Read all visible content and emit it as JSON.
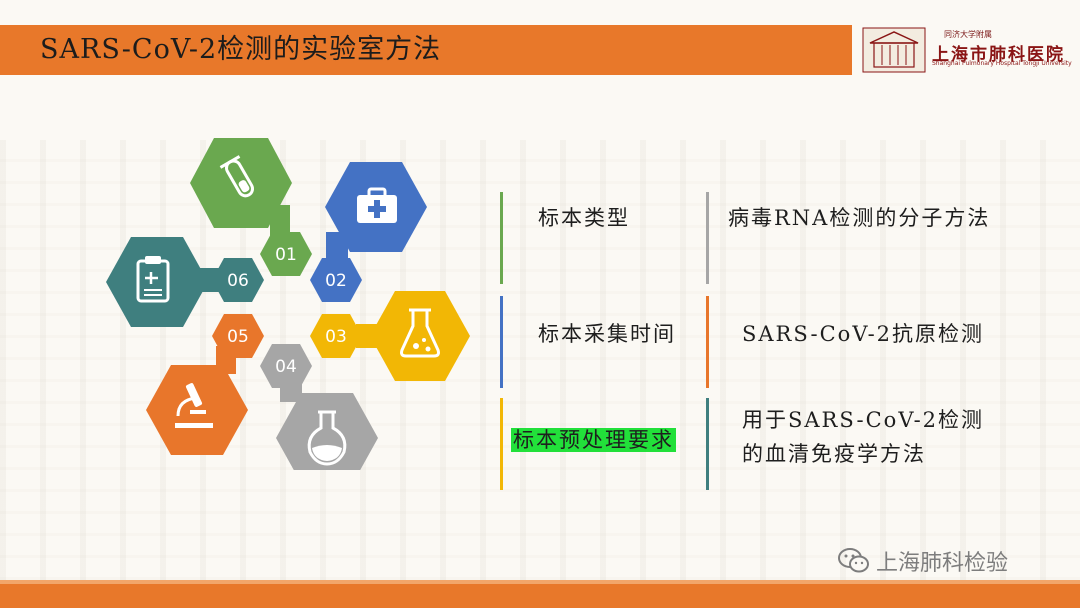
{
  "header": {
    "title": "SARS-CoV-2检测的实验室方法"
  },
  "logo": {
    "top_text": "同济大学附属",
    "main_text": "上海市肺科医院",
    "en_text": "Shanghai Pulmonary Hospital Tongji University"
  },
  "hexagons": [
    {
      "number": "01",
      "color": "#6aa84f",
      "icon": "test-tube-icon"
    },
    {
      "number": "02",
      "color": "#4472c4",
      "icon": "first-aid-kit-icon"
    },
    {
      "number": "03",
      "color": "#f2b705",
      "icon": "flask-icon"
    },
    {
      "number": "04",
      "color": "#a6a6a6",
      "icon": "round-flask-icon"
    },
    {
      "number": "05",
      "color": "#e8762b",
      "icon": "microscope-icon"
    },
    {
      "number": "06",
      "color": "#3f7f7f",
      "icon": "clipboard-icon"
    }
  ],
  "left_column": {
    "item1": "标本类型",
    "item2": "标本采集时间",
    "item3": "标本预处理要求"
  },
  "right_column": {
    "item1": "病毒RNA检测的分子方法",
    "item2": "SARS-CoV-2抗原检测",
    "item3_line1": "用于SARS-CoV-2检测",
    "item3_line2": "的血清免疫学方法"
  },
  "line_colors": {
    "left1": "#6aa84f",
    "right1": "#a6a6a6",
    "left2": "#4472c4",
    "right2": "#e8762b",
    "left3": "#f2b705",
    "right3": "#3f7f7f"
  },
  "watermark": {
    "text": "上海肺科检验",
    "icon": "wechat-icon"
  },
  "colors": {
    "accent": "#e8782a"
  }
}
